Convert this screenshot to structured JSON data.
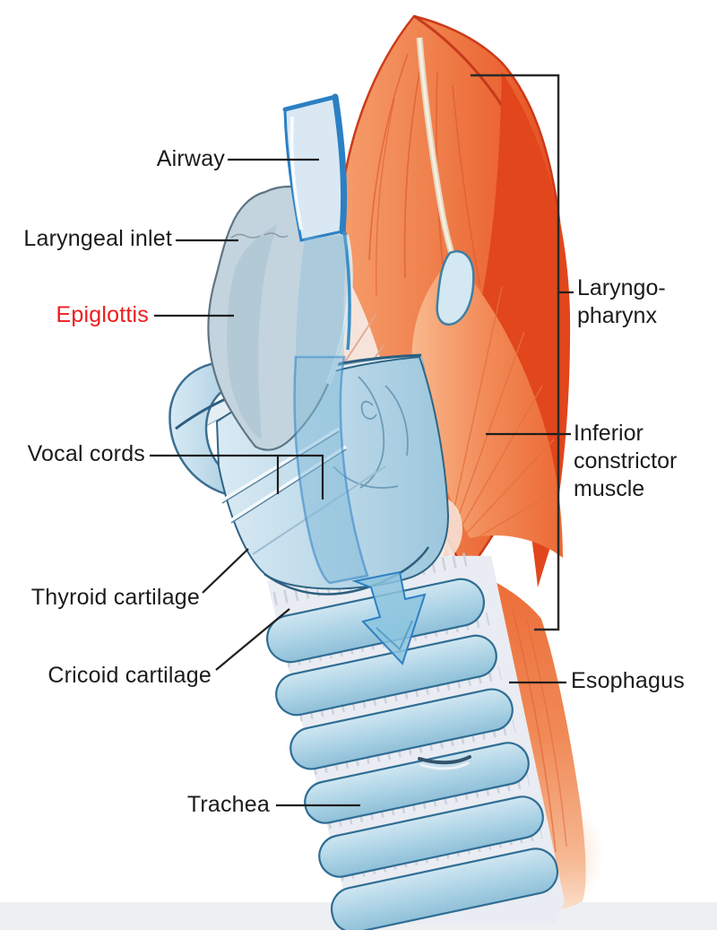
{
  "figure": {
    "subject": "Larynx, pharynx and trachea lateral-view anatomical diagram",
    "colors": {
      "background": "#ffffff",
      "label_text": "#1b1b1b",
      "highlighted_label": "#ee1c1c",
      "leader_line": "#1e1e1e",
      "muscle_orange": "#ee6f3c",
      "muscle_orange_deep": "#d9441c",
      "cartilage_blue": "#b4d8e8",
      "airway_blue": "#2b80c4",
      "ring_band_white": "#e9ecf2"
    }
  },
  "labels": {
    "airway": {
      "text": "Airway"
    },
    "laryngeal_inlet": {
      "text": "Laryngeal inlet"
    },
    "epiglottis": {
      "text": "Epiglottis"
    },
    "vocal_cords": {
      "text": "Vocal cords"
    },
    "thyroid_cartilage": {
      "text": "Thyroid cartilage"
    },
    "cricoid_cartilage": {
      "text": "Cricoid cartilage"
    },
    "trachea": {
      "text": "Trachea"
    },
    "laryngopharynx": {
      "line1": "Laryngo-",
      "line2": "pharynx"
    },
    "inferior_constrictor": {
      "line1": "Inferior",
      "line2": "constrictor",
      "line3": "muscle"
    },
    "esophagus": {
      "text": "Esophagus"
    }
  }
}
